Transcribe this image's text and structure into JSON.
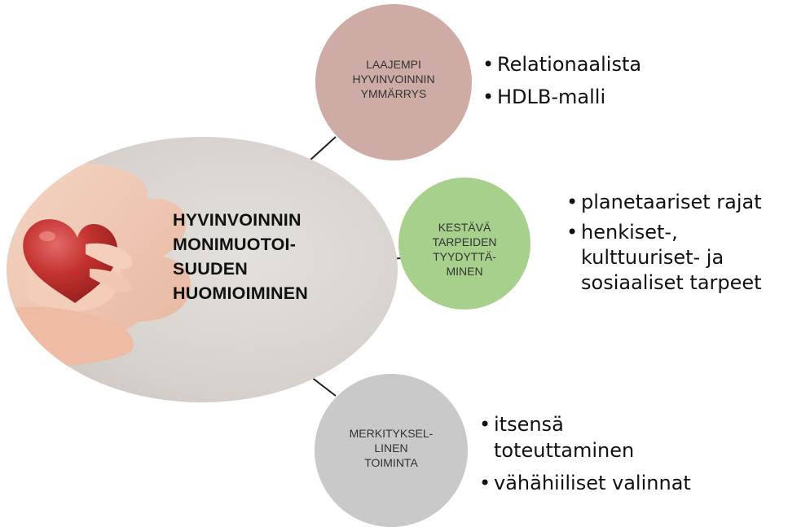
{
  "main": {
    "title": "HYVINVOINNIN\nMONIMUOTOI-\nSUUDEN\nHUOMIOIMINEN",
    "image": "hands-holding-heart-photo"
  },
  "nodes": [
    {
      "id": "wellbeing-understanding",
      "label": "LAAJEMPI\nHYVINVOINNIN\nYMMÄRRYS",
      "color": "#cfaba6",
      "bullets": [
        "Relationaalista",
        "HDLB-malli"
      ]
    },
    {
      "id": "sustainable-needs",
      "label": "KESTÄVÄ\nTARPEIDEN\nTYYDYTTÄ-\nMINEN",
      "color": "#a7d08c",
      "bullets": [
        "planetaariset rajat",
        "henkiset-,\nkulttuuriset- ja\nsosiaaliset tarpeet"
      ]
    },
    {
      "id": "meaningful-activity",
      "label": "MERKITYKSEL-\nLINEN\nTOIMINTA",
      "color": "#c9c9c9",
      "bullets": [
        "itsensä\ntoteuttaminen",
        "vähähiiliset valinnat"
      ]
    }
  ],
  "colors": {
    "connector": "#222222",
    "main_background": "#d8d3cf",
    "heart": "#c0302f",
    "skin": "#f2c9b4"
  }
}
